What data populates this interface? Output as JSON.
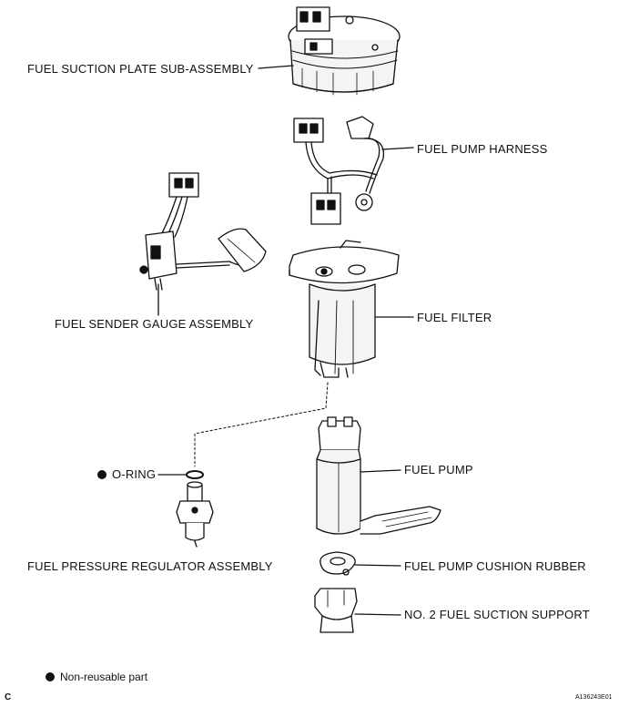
{
  "labels": {
    "fuel_suction_plate": "FUEL SUCTION PLATE SUB-ASSEMBLY",
    "fuel_pump_harness": "FUEL PUMP HARNESS",
    "fuel_sender_gauge": "FUEL SENDER GAUGE ASSEMBLY",
    "fuel_filter": "FUEL FILTER",
    "o_ring": "O-RING",
    "fuel_pump": "FUEL PUMP",
    "fuel_pressure_regulator": "FUEL PRESSURE REGULATOR ASSEMBLY",
    "fuel_pump_cushion_rubber": "FUEL PUMP CUSHION RUBBER",
    "no2_fuel_suction_support": "NO. 2 FUEL SUCTION SUPPORT"
  },
  "legend": {
    "symbol": "●",
    "text": "Non-reusable part"
  },
  "footer": {
    "corner_letter": "C",
    "figure_code": "A136243E01"
  }
}
